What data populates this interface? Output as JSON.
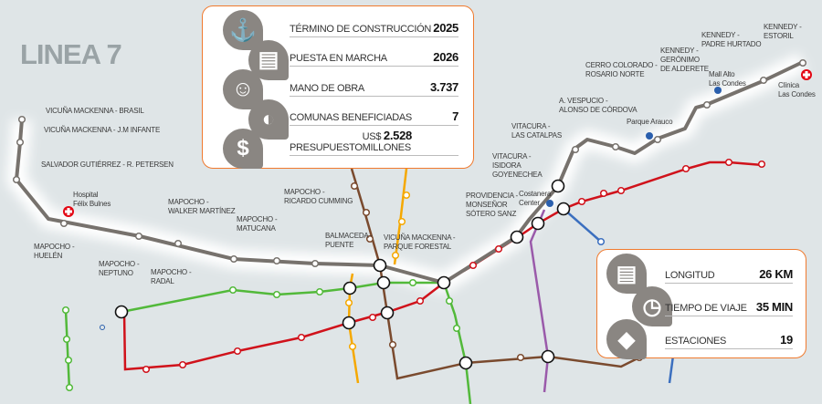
{
  "title": "LINEA 7",
  "stats_top": [
    {
      "label": "TÉRMINO DE CONSTRUCCIÓN",
      "value": "2025",
      "icon": "crane-icon"
    },
    {
      "label": "PUESTA EN MARCHA",
      "value": "2026",
      "icon": "train-icon"
    },
    {
      "label": "MANO DE OBRA",
      "value": "3.737",
      "icon": "workers-icon"
    },
    {
      "label": "COMUNAS BENEFICIADAS",
      "value": "7",
      "icon": "map-icon"
    },
    {
      "label": "PRESUPUESTO",
      "prefix": "US$",
      "value": "2.528",
      "suffix": "MILLONES",
      "icon": "dollar-icon"
    }
  ],
  "stats_bottom": [
    {
      "label": "LONGITUD",
      "value": "26 KM",
      "icon": "train-icon"
    },
    {
      "label": "TIEMPO DE VIAJE",
      "value": "35 MIN",
      "icon": "clock-icon"
    },
    {
      "label": "ESTACIONES",
      "value": "19",
      "icon": "stations-icon"
    }
  ],
  "stations": [
    [
      "VICUÑA MACKENNA - BRASIL"
    ],
    [
      "VICUÑA MACKENNA - J.M INFANTE"
    ],
    [
      "SALVADOR GUTIÉRREZ - R. PETERSEN"
    ],
    [
      "MAPOCHO -",
      "HUELÉN"
    ],
    [
      "MAPOCHO -",
      "NEPTUNO"
    ],
    [
      "MAPOCHO -",
      "RADAL"
    ],
    [
      "MAPOCHO -",
      "WALKER MARTÍNEZ"
    ],
    [
      "MAPOCHO -",
      "MATUCANA"
    ],
    [
      "MAPOCHO -",
      "RICARDO CUMMING"
    ],
    [
      "BALMACEDA -",
      "PUENTE"
    ],
    [
      "VICUÑA MACKENNA -",
      "PARQUE FORESTAL"
    ],
    [
      "PROVIDENCIA -",
      "MONSEÑOR",
      "SÓTERO SANZ"
    ],
    [
      "VITACURA -",
      "ISIDORA",
      "GOYENECHEA"
    ],
    [
      "VITACURA -",
      "LAS CATALPAS"
    ],
    [
      "A. VESPUCIO -",
      "ALONSO DE CÓRDOVA"
    ],
    [
      "CERRO COLORADO -",
      "ROSARIO NORTE"
    ],
    [
      "KENNEDY -",
      "GERÓNIMO",
      "DE ALDERETE"
    ],
    [
      "KENNEDY -",
      "PADRE HURTADO"
    ],
    [
      "KENNEDY -",
      "ESTORIL"
    ]
  ],
  "landmarks": [
    [
      "Hospital",
      "Félix Bulnes"
    ],
    [
      "Costanera",
      "Center"
    ],
    [
      "Parque Arauco"
    ],
    [
      "Mall Alto",
      "Las Condes"
    ],
    [
      "Clínica",
      "Las Condes"
    ]
  ],
  "colors": {
    "line7": "#77726d",
    "line1": "#d0121b",
    "line5": "#52b93a",
    "line3": "#7a4a2e",
    "line2": "#f5a800",
    "line6": "#9a5aaa",
    "line4": "#3b6fbf",
    "accent": "#f07a2e"
  }
}
